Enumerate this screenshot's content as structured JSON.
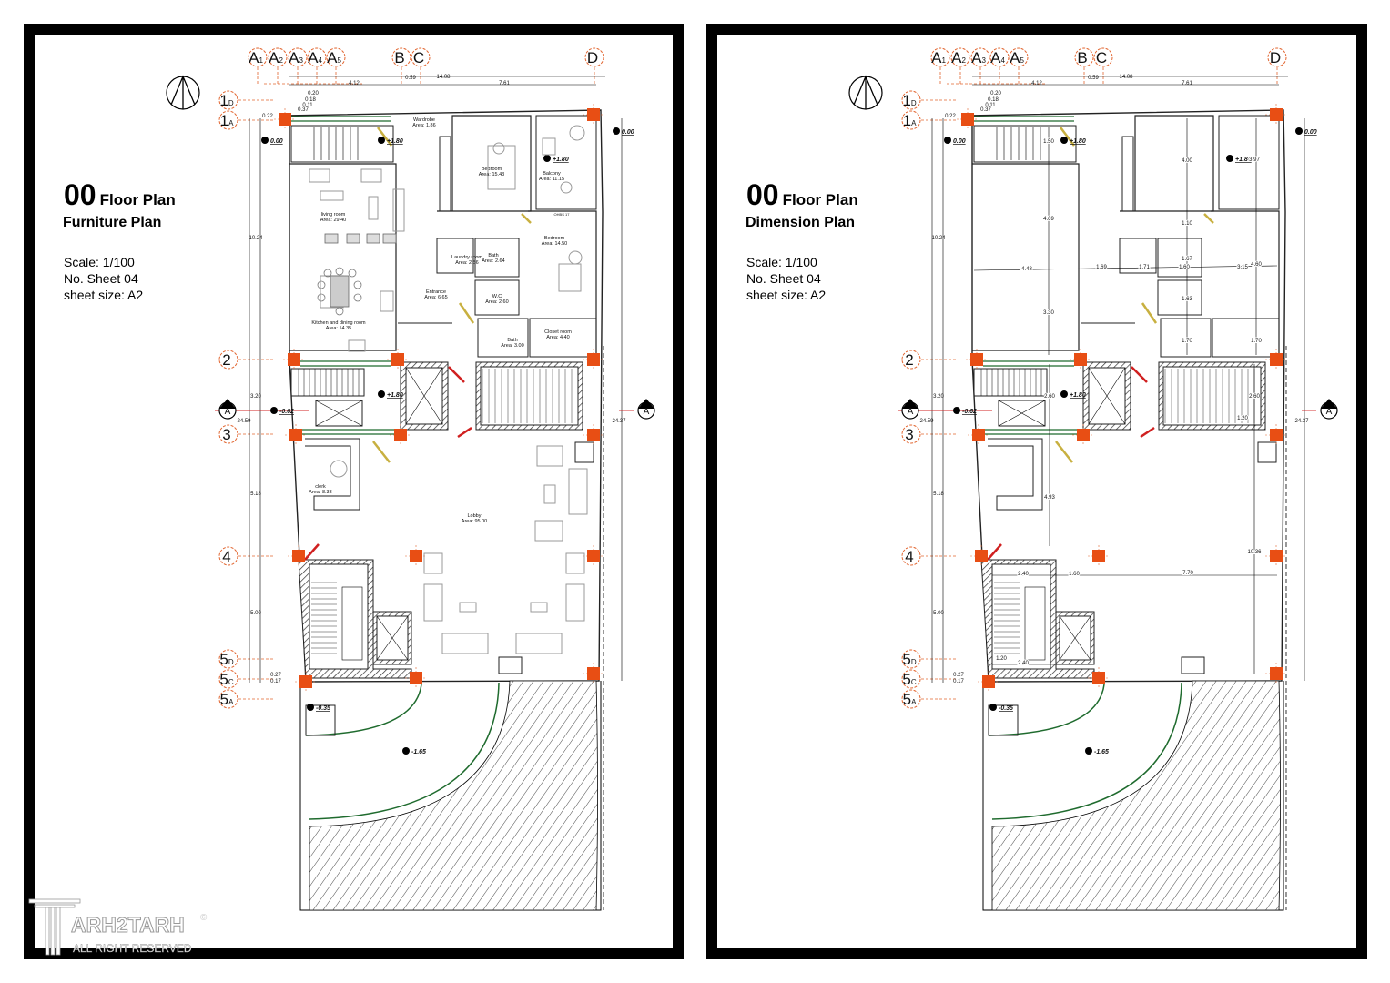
{
  "sheets": [
    {
      "number": "00",
      "title": "Floor Plan",
      "subtitle": "Furniture Plan",
      "scale": "Scale: 1/100",
      "sheet_no": "No. Sheet 04",
      "sheet_size": "sheet size: A2"
    },
    {
      "number": "00",
      "title": "Floor Plan",
      "subtitle": "Dimension Plan",
      "scale": "Scale: 1/100",
      "sheet_no": "No. Sheet 04",
      "sheet_size": "sheet size: A2"
    }
  ],
  "grid_columns": [
    "A1",
    "A2",
    "A3",
    "A4",
    "A5",
    "B",
    "C",
    "D"
  ],
  "grid_rows": [
    "1D",
    "1A",
    "2",
    "3",
    "4",
    "5D",
    "5C",
    "5A"
  ],
  "section_marker": "A",
  "common_dimensions": [
    "0.22",
    "0.20",
    "0.18",
    "0.11",
    "0.37",
    "4.12",
    "0.59",
    "14.08",
    "7.61",
    "10.24",
    "3.20",
    "24.59",
    "5.18",
    "5.00",
    "0.27",
    "0.17",
    "24.37"
  ],
  "levels": [
    "0.00",
    "+1.80",
    "+1.80",
    "0.00",
    "+1.80",
    "-0.62",
    "-0.35",
    "-1.65"
  ],
  "rooms": [
    {
      "name": "Wardrobe",
      "area": "Area: 1.86"
    },
    {
      "name": "Bedroom",
      "area": "Area: 15.43"
    },
    {
      "name": "Balcony",
      "area": "Area: 11.15"
    },
    {
      "name": "living room",
      "area": "Area: 29.40"
    },
    {
      "name": "Bedroom",
      "area": "Area: 14.50"
    },
    {
      "name": "Laundry room",
      "area": "Area: 2.56"
    },
    {
      "name": "Bath",
      "area": "Area: 2.64"
    },
    {
      "name": "Entrance",
      "area": "Area: 6.65"
    },
    {
      "name": "W.C",
      "area": "Area: 2.60"
    },
    {
      "name": "Kitchen and dining room",
      "area": "Area: 14.35"
    },
    {
      "name": "Closet room",
      "area": "Area: 4.40"
    },
    {
      "name": "Bath",
      "area": "Area: 3.00"
    },
    {
      "name": "clerk",
      "area": "Area: 8.33"
    },
    {
      "name": "Lobby",
      "area": "Area: 95.00"
    }
  ],
  "window_tag": "OHBS 17",
  "dimension_plan_dims": [
    "1.50",
    "4.00",
    "3.97",
    "4.69",
    "1.10",
    "1.67",
    "4.48",
    "1.69",
    "1.71",
    "1.60",
    "3.15",
    "4.60",
    "1.63",
    "3.30",
    "1.70",
    "1.70",
    "2.60",
    "2.60",
    "1.20",
    "4.93",
    "10.36",
    "2.40",
    "1.60",
    "7.70",
    "1.20",
    "2.40"
  ],
  "watermark": {
    "brand": "ARH2TARH",
    "tagline": "ALL RIGHT RESERVED",
    "symbol": "©"
  },
  "colors": {
    "column": "#E84E14",
    "grid": "#E2652F",
    "window": "#1F6B2E",
    "door_yellow": "#C8B040",
    "door_red": "#D02020",
    "wall": "#222222",
    "furniture": "#9A9A9A"
  }
}
